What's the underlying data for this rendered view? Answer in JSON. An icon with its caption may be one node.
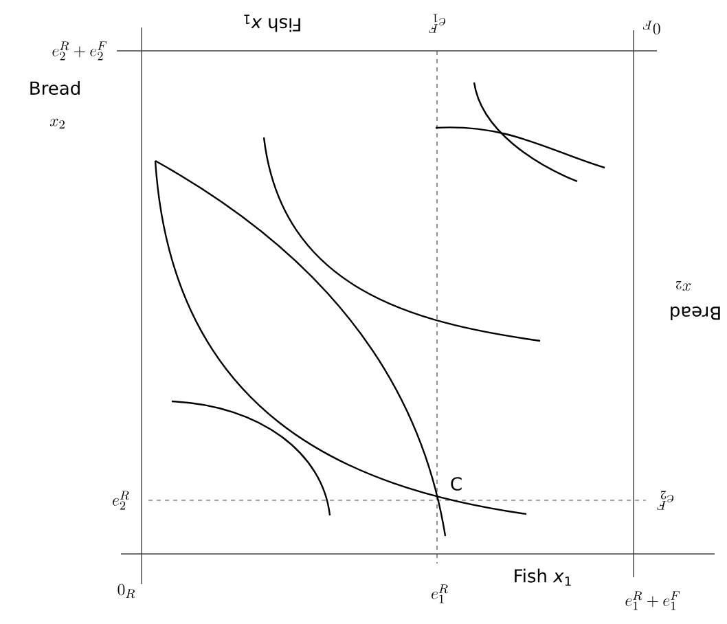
{
  "diagram": {
    "labels": [
      "e_2^R + e_2^F",
      "Fish *x*$_{1}$",
      "e_1^F",
      "0_F",
      "Bread",
      "x_2",
      "Bread",
      "x_2",
      "C",
      "e_2^R",
      "e_2^F",
      "0_R",
      "e_1^R",
      "Fish *x*$_{1}$",
      "e_1^R + e_1^F"
    ]
  }
}
